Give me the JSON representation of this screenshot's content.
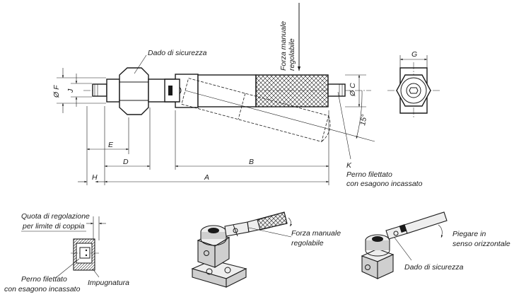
{
  "labels": {
    "lock_nut": "Dado di sicurezza",
    "manual_force_line1": "Forza manuale",
    "manual_force_line2": "regolabile",
    "threaded_pin_K": "K",
    "threaded_pin_line1": "Perno filettato",
    "threaded_pin_line2": "con esagono incassato",
    "angle": "15°",
    "torque_setting_line1": "Quota di regolazione",
    "torque_setting_line2": "per limite di coppia",
    "detail_pin_line1": "Perno filettato",
    "detail_pin_line2": "con esagono incassato",
    "grip": "Impugnatura",
    "iso1_force_line1": "Forza manuale",
    "iso1_force_line2": "regolabile",
    "iso2_bend_line1": "Piegare in",
    "iso2_bend_line2": "senso orizzontale",
    "iso2_lock_nut": "Dado di sicurezza"
  },
  "dimensions": {
    "F": "Ø F",
    "J": "J",
    "C": "Ø C",
    "G": "G",
    "E": "E",
    "D": "D",
    "B": "B",
    "H": "H",
    "A": "A"
  },
  "colors": {
    "line": "#1a1a1a",
    "background": "#ffffff"
  }
}
